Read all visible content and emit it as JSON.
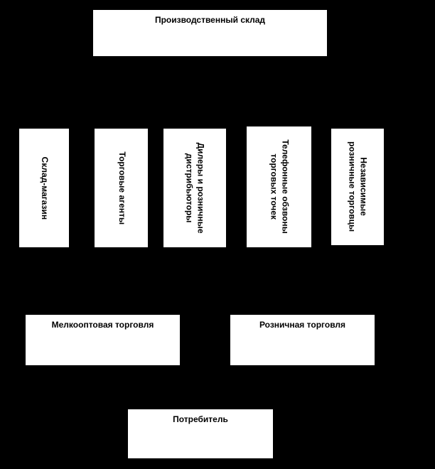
{
  "colors": {
    "background": "#000000",
    "box_background": "#ffffff",
    "box_text": "#000000"
  },
  "diagram": {
    "source": {
      "label": "Производственный склад"
    },
    "channels": [
      {
        "label": "Склад-магазин"
      },
      {
        "label": "Торговые агенты"
      },
      {
        "label": "Дилеры и розничные\nдистрибьюторы"
      },
      {
        "label": "Телефонные обзвоны\nторговых точек"
      },
      {
        "label": "Независимые\nрозничные торговцы"
      }
    ],
    "trade_levels": [
      {
        "label": "Мелкооптовая торговля"
      },
      {
        "label": "Розничная торговля"
      }
    ],
    "consumer": {
      "label": "Потребитель"
    }
  }
}
